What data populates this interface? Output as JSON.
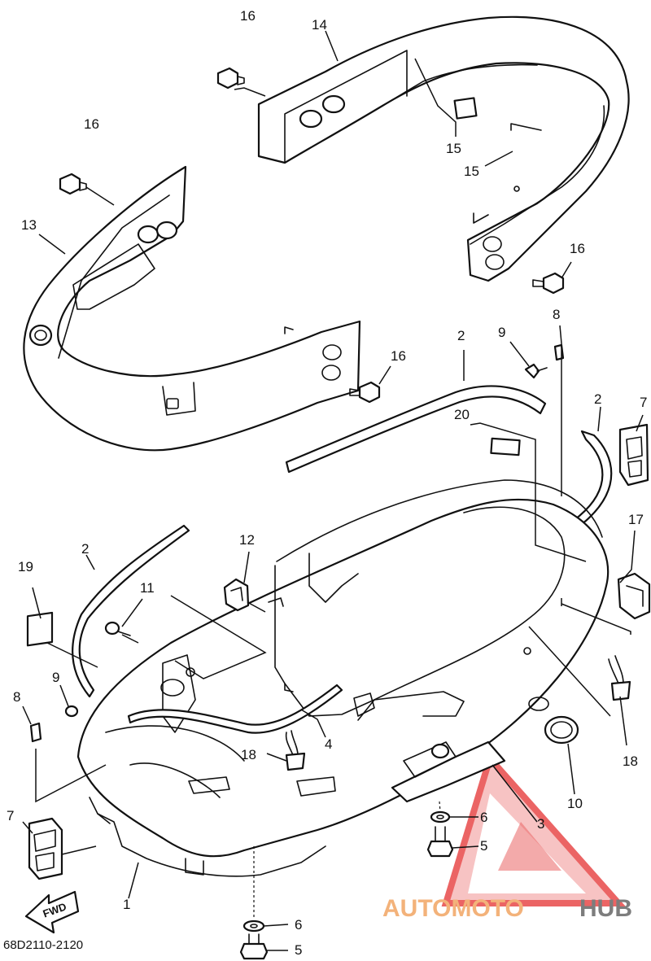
{
  "diagram": {
    "code": "68D2110-2120",
    "fwd_label": "FWD",
    "watermark": {
      "part1": "AUTOMOTO",
      "part2": "HUB",
      "colors": {
        "triangle": "#e84a4a",
        "text1": "#f3b27a",
        "text2": "#7d7d7d"
      }
    },
    "callouts": {
      "c16a": "16",
      "c14": "14",
      "c16b": "16",
      "c13": "13",
      "c15a": "15",
      "c15b": "15",
      "c16c": "16",
      "c16d": "16",
      "c8a": "8",
      "c9a": "9",
      "c2a": "2",
      "c2b": "2",
      "c7a": "7",
      "c20": "20",
      "c17": "17",
      "c12": "12",
      "c2c": "2",
      "c19": "19",
      "c11": "11",
      "c9b": "9",
      "c8b": "8",
      "c4": "4",
      "c18a": "18",
      "c18b": "18",
      "c10": "10",
      "c3": "3",
      "c6a": "6",
      "c5a": "5",
      "c7b": "7",
      "c1": "1",
      "c6b": "6",
      "c5b": "5"
    }
  }
}
